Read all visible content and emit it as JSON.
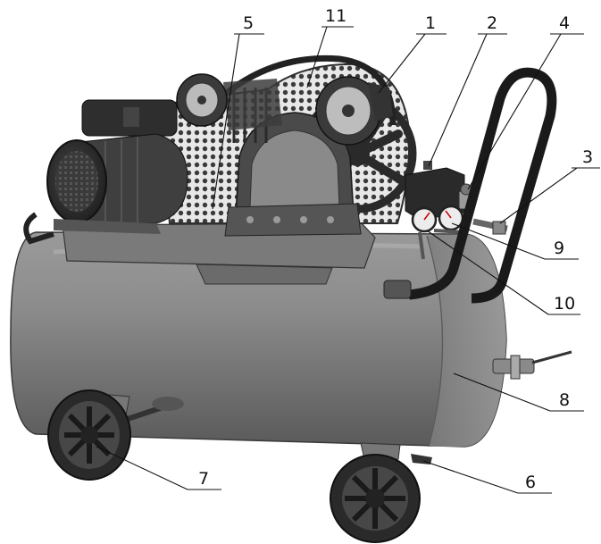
{
  "figure": {
    "subject": "air compressor",
    "callouts": [
      {
        "id": "c1",
        "label": "1"
      },
      {
        "id": "c2",
        "label": "2"
      },
      {
        "id": "c3",
        "label": "3"
      },
      {
        "id": "c4",
        "label": "4"
      },
      {
        "id": "c5",
        "label": "5"
      },
      {
        "id": "c6",
        "label": "6"
      },
      {
        "id": "c7",
        "label": "7"
      },
      {
        "id": "c8",
        "label": "8"
      },
      {
        "id": "c9",
        "label": "9"
      },
      {
        "id": "c10",
        "label": "10"
      },
      {
        "id": "c11",
        "label": "11"
      }
    ]
  },
  "colors": {
    "tank": "#8d8d8d",
    "tank_dark": "#5e5e5e",
    "metal": "#6f6f6f",
    "black_part": "#2a2a2a",
    "grille": "#d9d9d9",
    "leader": "#111111"
  }
}
